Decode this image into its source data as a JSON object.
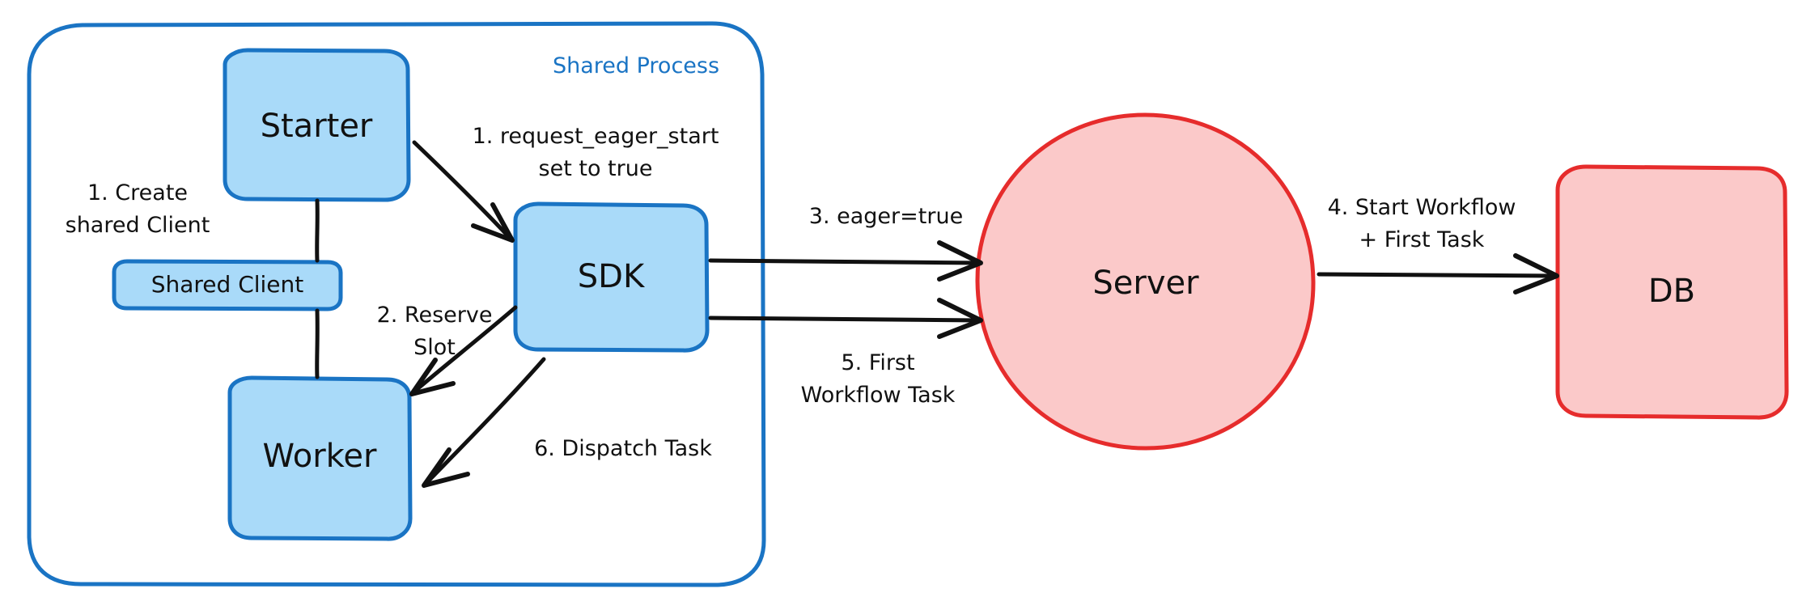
{
  "diagram": {
    "title_visible": false,
    "colors": {
      "blue_fill": "#a9daf9",
      "blue_stroke": "#1a74c4",
      "red_fill": "#fbc9c9",
      "red_stroke": "#e62c2c",
      "edge": "#111111",
      "background": "#ffffff"
    },
    "groups": [
      {
        "id": "shared-process",
        "label": "Shared Process",
        "label_color": "#1a74c4"
      }
    ],
    "nodes": [
      {
        "id": "starter",
        "label": "Starter",
        "shape": "rounded-rect",
        "style": "blue"
      },
      {
        "id": "shared-client",
        "label": "Shared Client",
        "shape": "rounded-rect",
        "style": "blue"
      },
      {
        "id": "worker",
        "label": "Worker",
        "shape": "rounded-rect",
        "style": "blue"
      },
      {
        "id": "sdk",
        "label": "SDK",
        "shape": "rounded-rect",
        "style": "blue"
      },
      {
        "id": "server",
        "label": "Server",
        "shape": "ellipse",
        "style": "red"
      },
      {
        "id": "db",
        "label": "DB",
        "shape": "rounded-rect",
        "style": "red"
      }
    ],
    "edges": [
      {
        "id": "e1",
        "from": "starter",
        "to": "shared-client",
        "label": "1. Create\nshared Client",
        "label_lines": [
          "1. Create",
          "shared Client"
        ],
        "arrow": false
      },
      {
        "id": "e2",
        "from": "starter",
        "to": "sdk",
        "label": "1. request_eager_start\nset to true",
        "label_lines": [
          "1. request_eager_start",
          "set to true"
        ],
        "arrow": true
      },
      {
        "id": "e3",
        "from": "sdk",
        "to": "worker",
        "label": "2. Reserve\nSlot",
        "label_lines": [
          "2. Reserve",
          "Slot"
        ],
        "arrow": true
      },
      {
        "id": "e4",
        "from": "sdk",
        "to": "worker",
        "label": "6. Dispatch Task",
        "label_lines": [
          "6. Dispatch Task"
        ],
        "arrow": true
      },
      {
        "id": "e5",
        "from": "sdk",
        "to": "server",
        "label": "3. eager=true",
        "label_lines": [
          "3. eager=true"
        ],
        "arrow": true
      },
      {
        "id": "e6",
        "from": "sdk",
        "to": "server",
        "label": "5. First\nWorkflow Task",
        "label_lines": [
          "5. First",
          "Workflow Task"
        ],
        "arrow": true
      },
      {
        "id": "e7",
        "from": "server",
        "to": "db",
        "label": "4. Start Workflow\n+ First Task",
        "label_lines": [
          "4. Start Workflow",
          "+ First Task"
        ],
        "arrow": true
      },
      {
        "id": "e8",
        "from": "shared-client",
        "to": "worker",
        "label": "",
        "label_lines": [],
        "arrow": false
      }
    ]
  }
}
